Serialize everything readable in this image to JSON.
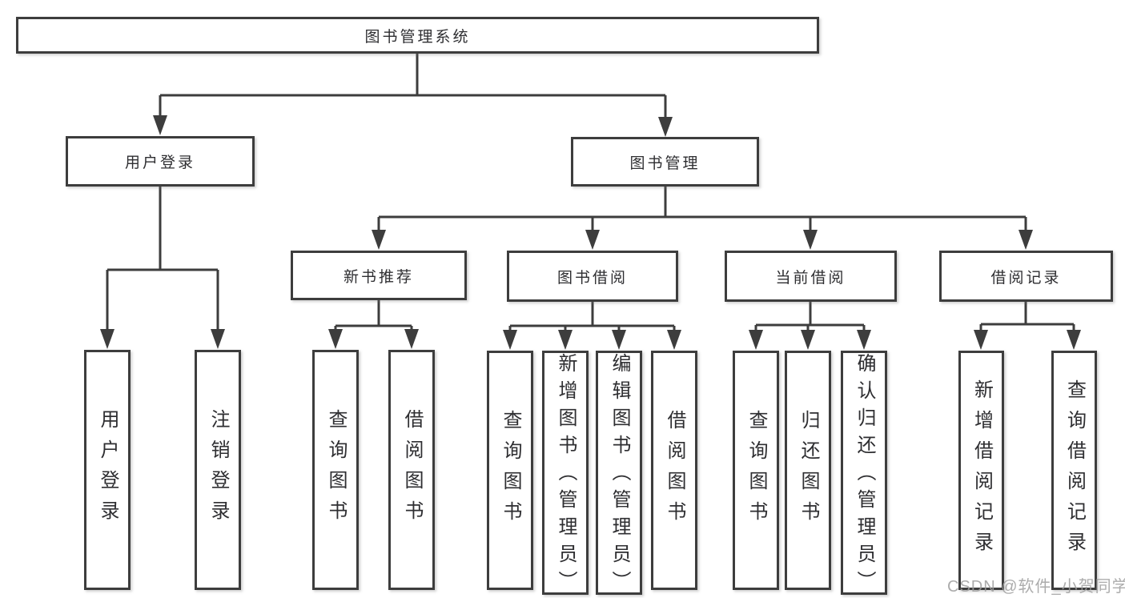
{
  "tree": {
    "root": {
      "label": "图书管理系统"
    },
    "branches": [
      {
        "label": "用户登录",
        "leaves": [
          "用户登录",
          "注销登录"
        ]
      },
      {
        "label": "图书管理",
        "groups": [
          {
            "label": "新书推荐",
            "leaves": [
              "查询图书",
              "借阅图书"
            ]
          },
          {
            "label": "图书借阅",
            "leaves": [
              "查询图书",
              "新增图书（管理员）",
              "编辑图书（管理员）",
              "借阅图书"
            ]
          },
          {
            "label": "当前借阅",
            "leaves": [
              "查询图书",
              "归还图书",
              "确认归还（管理员）"
            ]
          },
          {
            "label": "借阅记录",
            "leaves": [
              "新增借阅记录",
              "查询借阅记录"
            ]
          }
        ]
      }
    ]
  },
  "watermark": "CSDN @软件_小贺同学",
  "colors": {
    "line": "#3d3d3d",
    "text": "#2e2e31",
    "watermark": "#9e9e9e",
    "background": "#ffffff"
  }
}
